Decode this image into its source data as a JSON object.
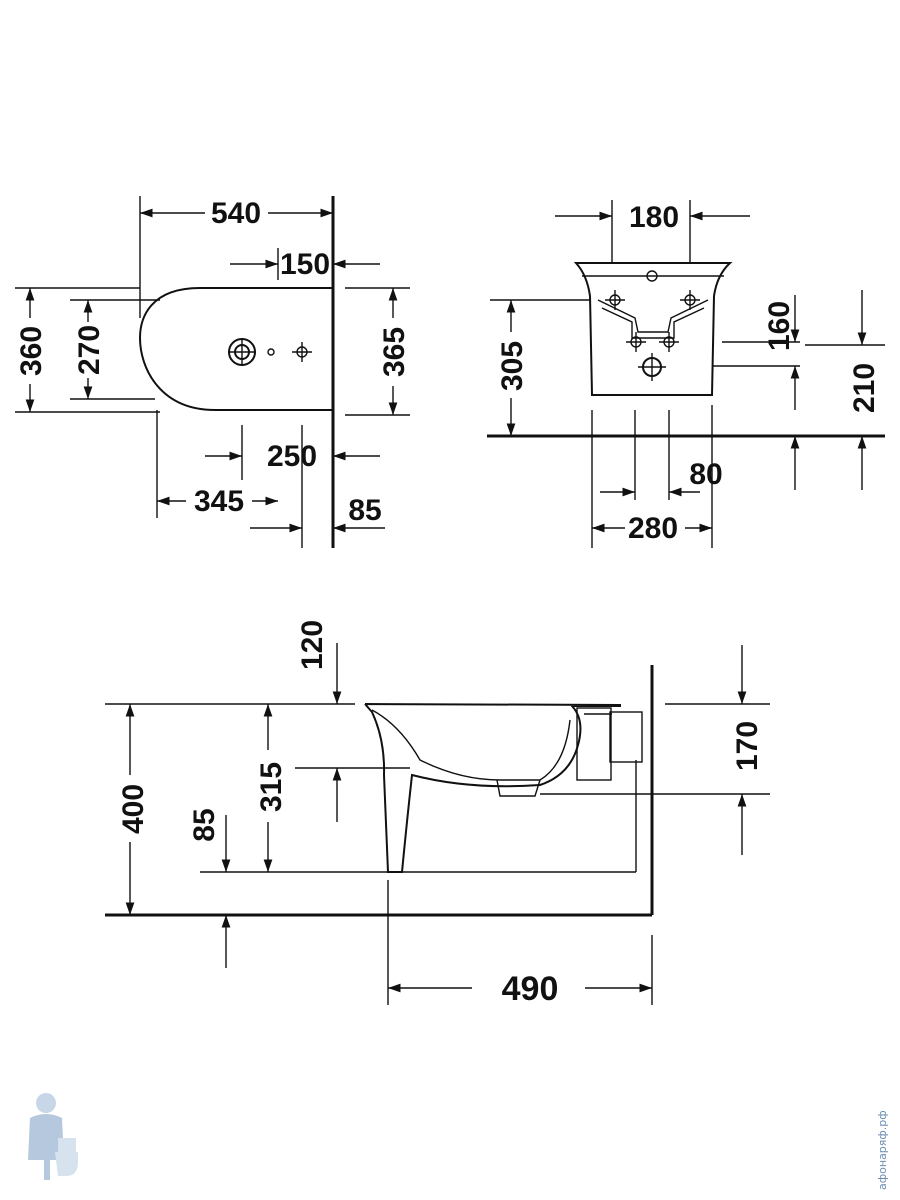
{
  "top_view": {
    "width": "540",
    "tap_offset": "150",
    "depth_outer": "360",
    "depth_bowl": "270",
    "depth_wall": "365",
    "hole_to_wall": "250",
    "bowl_to_hole": "345",
    "wall_thickness": "85"
  },
  "front_view": {
    "hole_spacing": "180",
    "mount_height": "305",
    "upper_offset": "160",
    "lower_height": "210",
    "inner_offset": "80",
    "base_width": "280"
  },
  "side_view": {
    "top_gap": "120",
    "rim_height": "400",
    "outlet_height": "315",
    "floor_clearance": "85",
    "connector_height": "170",
    "projection": "490"
  },
  "watermark": {
    "text": "афонаряф.рф",
    "icon": "plumber-mascot-icon"
  },
  "colors": {
    "line": "#111111",
    "watermark": "#6b8db3"
  }
}
